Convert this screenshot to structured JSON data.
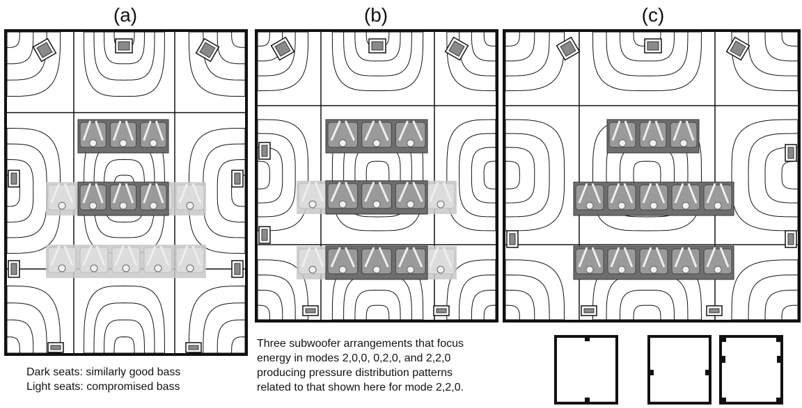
{
  "panels": [
    {
      "label": "(a)"
    },
    {
      "label": "(b)"
    },
    {
      "label": "(c)"
    }
  ],
  "caption_left": {
    "line1": "Dark seats: similarly good bass",
    "line2": "Light seats: compromised bass"
  },
  "caption_middle": {
    "line1": "Three subwoofer arrangements that focus",
    "line2": "energy in modes 2,0,0, 0,2,0, and 2,2,0",
    "line3": "producing pressure distribution patterns",
    "line4": "related to that shown here for mode 2,2,0."
  },
  "colors": {
    "line": "#111111",
    "dark_seat": "#6e6e6e",
    "light_seat": "#c8c8c8",
    "speaker": "#8a8a8a"
  }
}
